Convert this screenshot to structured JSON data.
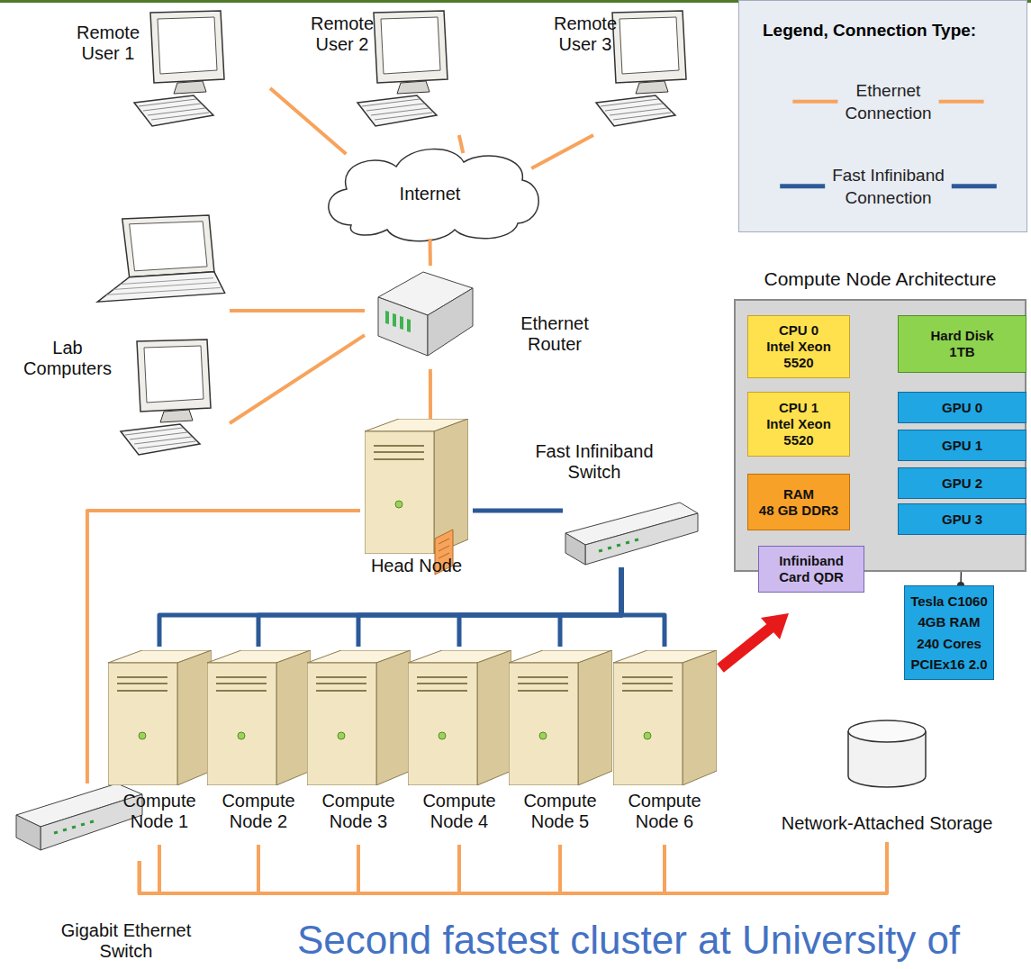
{
  "diagram": {
    "caption": "Second fastest cluster at University of",
    "nodes": [
      {
        "text": [
          "Remote User 1"
        ]
      },
      {
        "text": [
          "Remote User 2"
        ]
      },
      {
        "text": [
          "Remote User 3"
        ]
      },
      {
        "text": [
          "Internet"
        ]
      },
      {
        "text": [
          "Lab Computers"
        ]
      },
      {
        "text": [
          "Ethernet Router"
        ]
      },
      {
        "text": [
          "Head Node"
        ]
      },
      {
        "text": [
          "Fast Infiniband Switch"
        ]
      },
      {
        "text": [
          "Compute Node 1"
        ]
      },
      {
        "text": [
          "Compute Node 2"
        ]
      },
      {
        "text": [
          "Compute Node 3"
        ]
      },
      {
        "text": [
          "Compute Node 4"
        ]
      },
      {
        "text": [
          "Compute Node 5"
        ]
      },
      {
        "text": [
          "Compute Node 6"
        ]
      },
      {
        "text": [
          "Network-Attached Storage"
        ]
      },
      {
        "text": [
          "Gigabit Ethernet Switch"
        ]
      },
      {
        "text": [
          "Compute Node Architecture"
        ]
      },
      {
        "text": [
          "CPU 0",
          "Intel Xeon 5520"
        ],
        "in": 16
      },
      {
        "text": [
          "CPU 1",
          "Intel Xeon 5520"
        ],
        "in": 16
      },
      {
        "text": [
          "RAM",
          "48 GB DDR3"
        ],
        "in": 16
      },
      {
        "text": [
          "Infiniband Card QDR"
        ],
        "in": 16
      },
      {
        "text": [
          "Hard Disk",
          "1TB"
        ],
        "in": 16
      },
      {
        "text": [
          "GPU 0"
        ],
        "in": 16
      },
      {
        "text": [
          "GPU 1"
        ],
        "in": 16
      },
      {
        "text": [
          "GPU 2"
        ],
        "in": 16
      },
      {
        "text": [
          "GPU 3"
        ],
        "in": 16
      },
      {
        "text": [
          "Tesla C1060 4GB RAM 240 Cores PCIEx16 2.0"
        ]
      }
    ],
    "edges": [
      {
        "from": 0,
        "to": 3,
        "arrow": "none"
      },
      {
        "from": 1,
        "to": 3,
        "arrow": "none"
      },
      {
        "from": 2,
        "to": 3,
        "arrow": "none"
      },
      {
        "from": 3,
        "to": 5,
        "arrow": "none"
      },
      {
        "from": 5,
        "to": 4,
        "arrow": "none"
      },
      {
        "from": 5,
        "to": 4,
        "arrow": "none"
      },
      {
        "from": 5,
        "to": 6,
        "arrow": "none"
      },
      {
        "from": 6,
        "to": 7,
        "arrow": "none"
      },
      {
        "from": 6,
        "to": 15,
        "arrow": "none"
      },
      {
        "from": 7,
        "to": 8,
        "arrow": "none"
      },
      {
        "from": 7,
        "to": 9,
        "arrow": "none"
      },
      {
        "from": 7,
        "to": 10,
        "arrow": "none"
      },
      {
        "from": 7,
        "to": 11,
        "arrow": "none"
      },
      {
        "from": 7,
        "to": 12,
        "arrow": "none"
      },
      {
        "from": 7,
        "to": 13,
        "arrow": "none"
      },
      {
        "from": 15,
        "to": 8,
        "arrow": "none"
      },
      {
        "from": 15,
        "to": 9,
        "arrow": "none"
      },
      {
        "from": 15,
        "to": 10,
        "arrow": "none"
      },
      {
        "from": 15,
        "to": 11,
        "arrow": "none"
      },
      {
        "from": 15,
        "to": 12,
        "arrow": "none"
      },
      {
        "from": 15,
        "to": 13,
        "arrow": "none"
      },
      {
        "from": 15,
        "to": 14,
        "arrow": "none"
      },
      {
        "from": 25,
        "to": 26,
        "arrow": "none"
      }
    ],
    "labels": [
      "Legend, Connection Type:"
    ],
    "legend": [
      {
        "text": "Ethernet Connection"
      },
      {
        "text": "Fast Infiniband Connection"
      }
    ]
  }
}
